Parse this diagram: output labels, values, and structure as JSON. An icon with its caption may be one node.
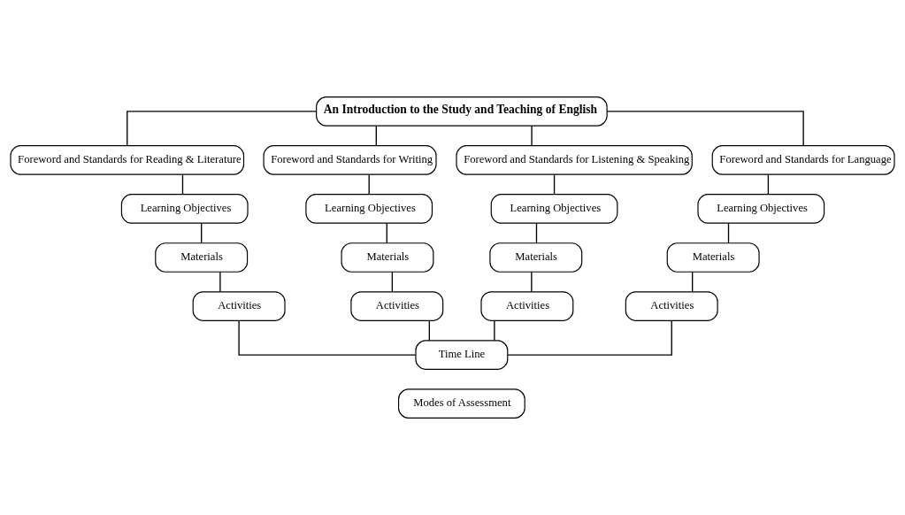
{
  "diagram": {
    "nodes": [
      {
        "text": [
          "An Introduction to the Study and Teaching of English"
        ]
      },
      {
        "text": [
          "Foreword and Standards for Reading & Literature"
        ]
      },
      {
        "text": [
          "Foreword and Standards for Writing"
        ]
      },
      {
        "text": [
          "Foreword and Standards for Listening & Speaking"
        ]
      },
      {
        "text": [
          "Foreword and Standards for Language"
        ]
      },
      {
        "text": [
          "Learning Objectives"
        ]
      },
      {
        "text": [
          "Learning Objectives"
        ]
      },
      {
        "text": [
          "Learning Objectives"
        ]
      },
      {
        "text": [
          "Learning Objectives"
        ]
      },
      {
        "text": [
          "Materials"
        ]
      },
      {
        "text": [
          "Materials"
        ]
      },
      {
        "text": [
          "Materials"
        ]
      },
      {
        "text": [
          "Materials"
        ]
      },
      {
        "text": [
          "Activities"
        ]
      },
      {
        "text": [
          "Activities"
        ]
      },
      {
        "text": [
          "Activities"
        ]
      },
      {
        "text": [
          "Activities"
        ]
      },
      {
        "text": [
          "Time Line"
        ]
      },
      {
        "text": [
          "Modes of Assessment"
        ]
      }
    ],
    "edges": [
      {
        "from": 0,
        "to": 1,
        "arrow": "none"
      },
      {
        "from": 0,
        "to": 2,
        "arrow": "none"
      },
      {
        "from": 0,
        "to": 3,
        "arrow": "none"
      },
      {
        "from": 0,
        "to": 4,
        "arrow": "none"
      },
      {
        "from": 1,
        "to": 5,
        "arrow": "none"
      },
      {
        "from": 2,
        "to": 6,
        "arrow": "none"
      },
      {
        "from": 3,
        "to": 7,
        "arrow": "none"
      },
      {
        "from": 4,
        "to": 8,
        "arrow": "none"
      },
      {
        "from": 5,
        "to": 9,
        "arrow": "none"
      },
      {
        "from": 6,
        "to": 10,
        "arrow": "none"
      },
      {
        "from": 7,
        "to": 11,
        "arrow": "none"
      },
      {
        "from": 8,
        "to": 12,
        "arrow": "none"
      },
      {
        "from": 9,
        "to": 13,
        "arrow": "none"
      },
      {
        "from": 10,
        "to": 14,
        "arrow": "none"
      },
      {
        "from": 11,
        "to": 15,
        "arrow": "none"
      },
      {
        "from": 12,
        "to": 16,
        "arrow": "none"
      },
      {
        "from": 13,
        "to": 17,
        "arrow": "none"
      },
      {
        "from": 14,
        "to": 17,
        "arrow": "none"
      },
      {
        "from": 15,
        "to": 17,
        "arrow": "none"
      },
      {
        "from": 16,
        "to": 17,
        "arrow": "none"
      }
    ]
  }
}
